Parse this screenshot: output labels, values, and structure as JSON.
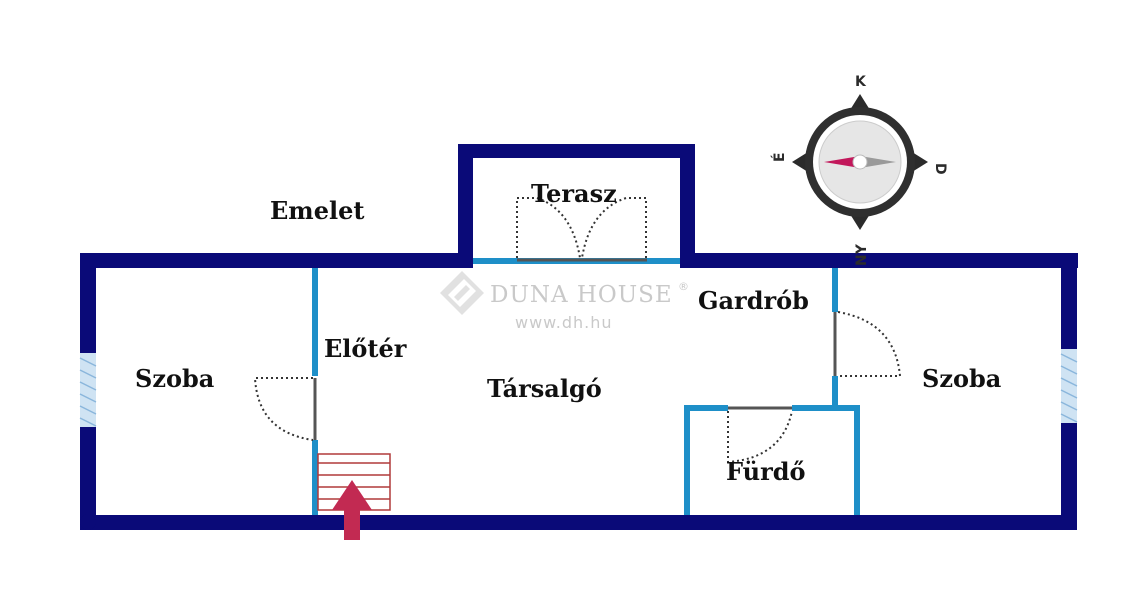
{
  "level_label": "Emelet",
  "rooms": {
    "terrace": "Terasz",
    "room_left": "Szoba",
    "hall": "Előtér",
    "living": "Társalgó",
    "wardrobe": "Gardrób",
    "room_right": "Szoba",
    "bathroom": "Fürdő"
  },
  "compass": {
    "north": "K",
    "east": "D",
    "south": "NY",
    "west": "É"
  },
  "watermark": {
    "brand": "DUNA HOUSE",
    "registered": "®",
    "url": "www.dh.hu"
  },
  "colors": {
    "outer_wall": "#0a0a78",
    "inner_wall": "#1e8fc8",
    "door": "#5a3a1a",
    "window": "#9fc8e8",
    "stairs": "#b03a3a",
    "arrow": "#c22a52",
    "compass_needle_west": "#c2185b"
  }
}
